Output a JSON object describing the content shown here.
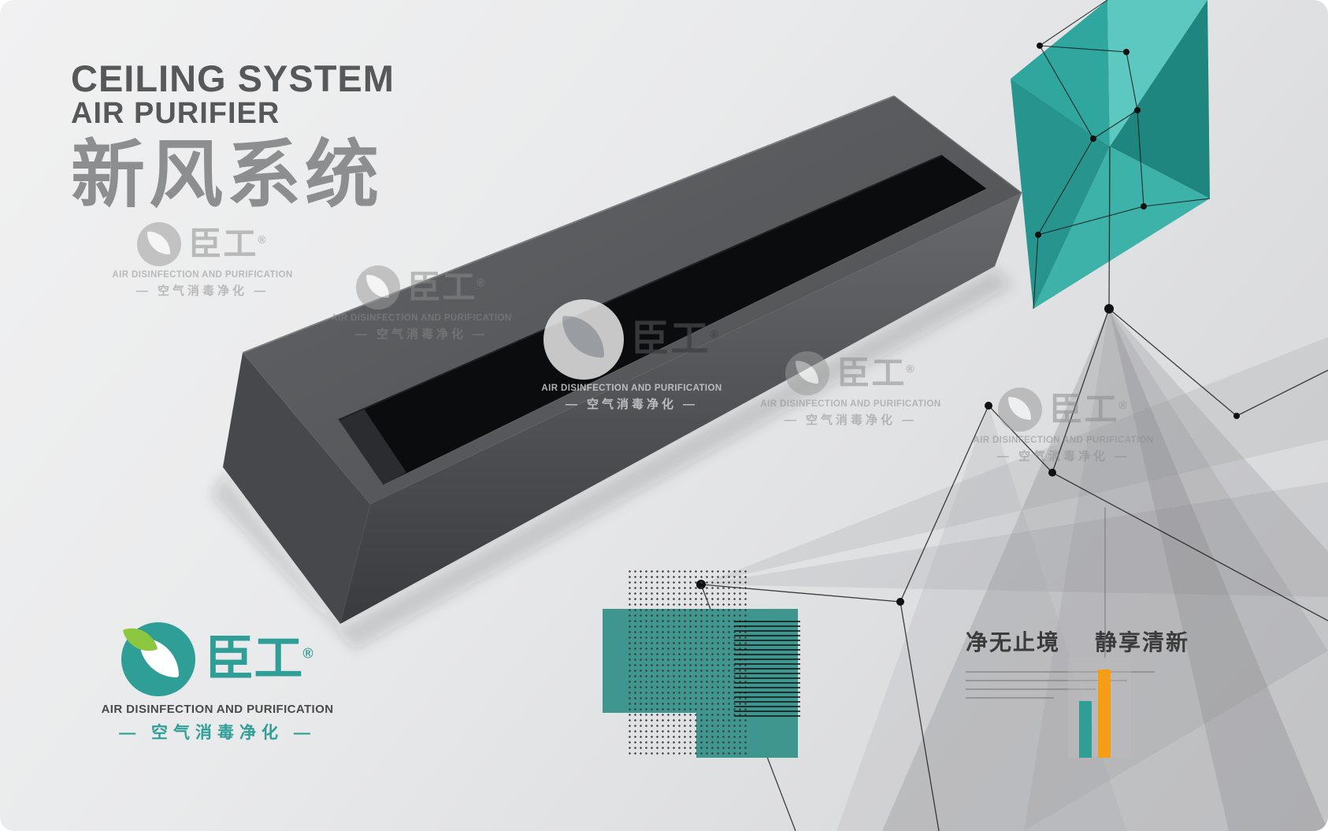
{
  "header": {
    "title_line1": "CEILING SYSTEM",
    "title_line2": "AIR PURIFIER",
    "title_cn": "新风系统"
  },
  "brand": {
    "name_cn": "臣工",
    "registered_mark": "®",
    "tagline_en": "AIR DISINFECTION AND PURIFICATION",
    "tagline_cn": "— 空气消毒净化 —"
  },
  "slogan": {
    "left": "净无止境",
    "right": "静享清新"
  },
  "colors": {
    "teal": "#2f9e97",
    "teal_block": "#3f968f",
    "leaf_green": "#8dc63f",
    "orange": "#f59e15",
    "title_gray": "#57585a",
    "title_cn_gray": "#8d8e90",
    "product_dark": "#3a3c3f"
  }
}
